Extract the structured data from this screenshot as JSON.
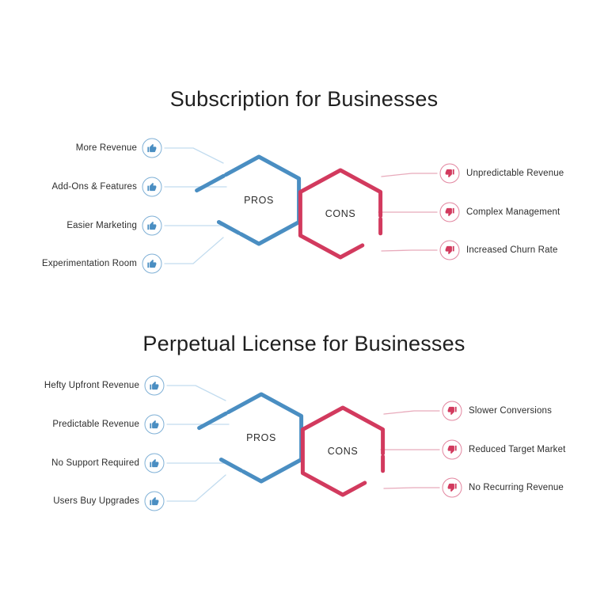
{
  "page": {
    "background": "#ffffff",
    "text_color": "#2d2d2d"
  },
  "colors": {
    "pros_accent": "#4a8ec2",
    "cons_accent": "#d23a5e",
    "pros_connector": "#c2dcef",
    "cons_connector": "#e8aabb",
    "pros_icon_ring": "#7fb0d6",
    "cons_icon_ring": "#e2859f",
    "title": "#1f1f1f"
  },
  "icons": {
    "pro": "thumbs-up-icon",
    "con": "thumbs-down-icon"
  },
  "sections": [
    {
      "title": "Subscription for Businesses",
      "pros_hex_label": "PROS",
      "cons_hex_label": "CONS",
      "pros": [
        {
          "label": "More Revenue"
        },
        {
          "label": "Add-Ons & Features"
        },
        {
          "label": "Easier Marketing"
        },
        {
          "label": "Experimentation Room"
        }
      ],
      "cons": [
        {
          "label": "Unpredictable Revenue"
        },
        {
          "label": "Complex Management"
        },
        {
          "label": "Increased Churn Rate"
        }
      ]
    },
    {
      "title": "Perpetual License for Businesses",
      "pros_hex_label": "PROS",
      "cons_hex_label": "CONS",
      "pros": [
        {
          "label": "Hefty Upfront Revenue"
        },
        {
          "label": "Predictable Revenue"
        },
        {
          "label": "No Support Required"
        },
        {
          "label": "Users Buy Upgrades"
        }
      ],
      "cons": [
        {
          "label": "Slower Conversions"
        },
        {
          "label": "Reduced Target Market"
        },
        {
          "label": "No Recurring Revenue"
        }
      ]
    }
  ]
}
